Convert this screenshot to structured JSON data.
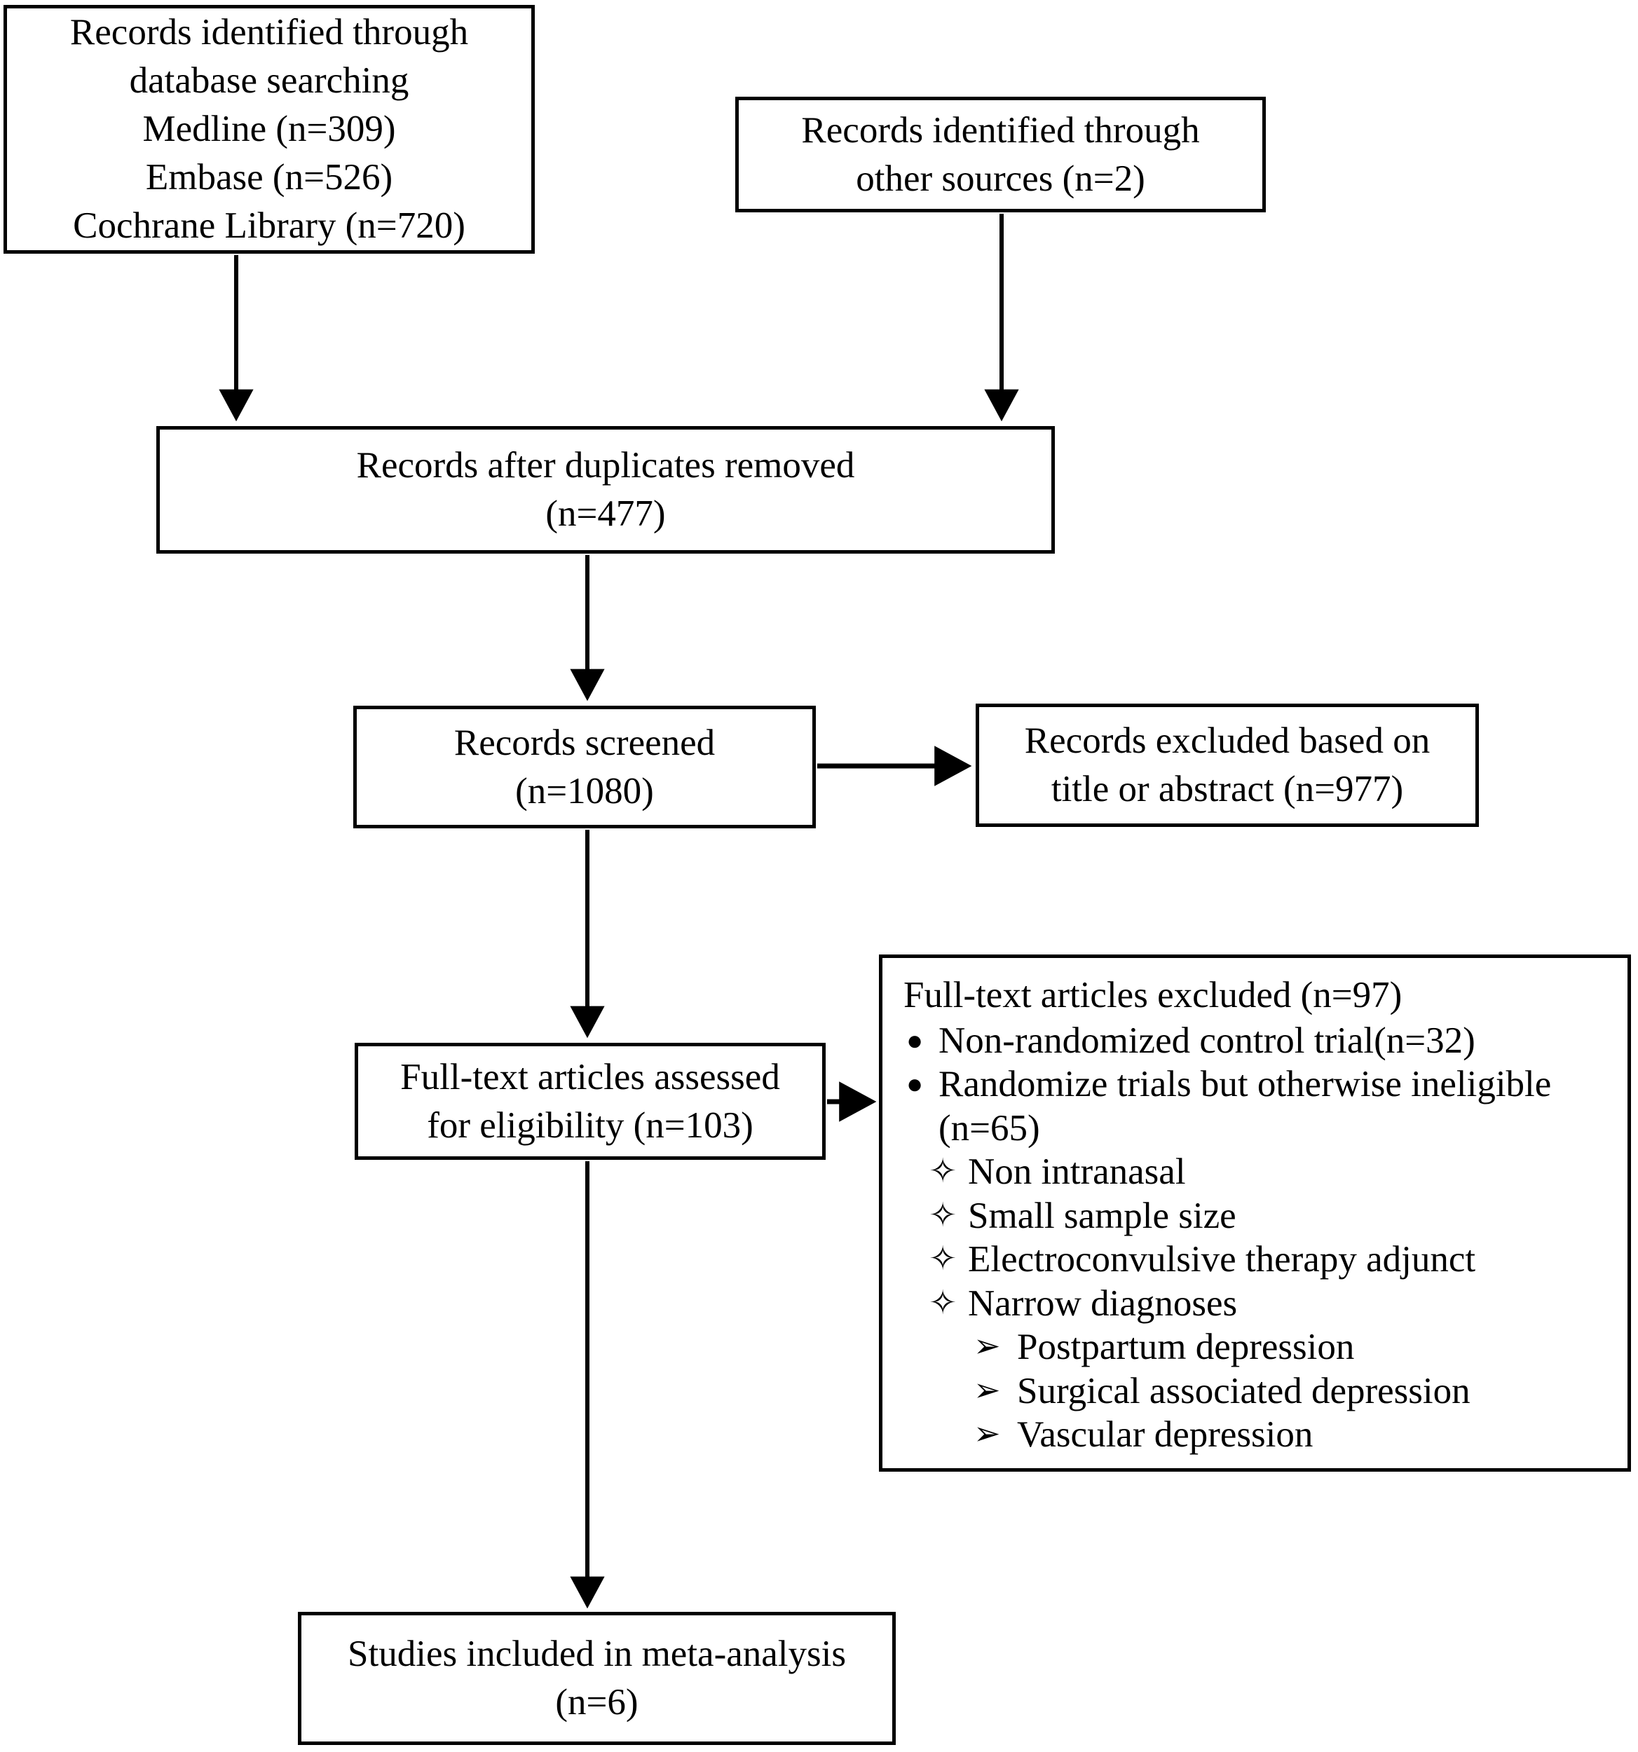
{
  "diagram": {
    "type": "prisma-flow-diagram",
    "background": "#ffffff",
    "line_color": "#000000"
  },
  "boxes": {
    "db_search": {
      "name": "records-identified-database-searching",
      "lines": [
        "Records identified through",
        "database searching",
        "Medline (n=309)",
        "Embase (n=526)",
        "Cochrane Library (n=720)"
      ]
    },
    "other_sources": {
      "name": "records-identified-other-sources",
      "lines": [
        "Records identified through",
        "other sources (n=2)"
      ]
    },
    "dedup": {
      "name": "records-after-duplicates-removed",
      "lines": [
        "Records after duplicates removed",
        "(n=477)"
      ]
    },
    "screened": {
      "name": "records-screened",
      "lines": [
        "Records screened",
        "(n=1080)"
      ]
    },
    "excluded_title_abstract": {
      "name": "records-excluded-title-abstract",
      "lines": [
        "Records excluded based on",
        "title or abstract (n=977)"
      ]
    },
    "assessed": {
      "name": "full-text-articles-assessed",
      "lines": [
        "Full-text articles assessed",
        "for eligibility (n=103)"
      ]
    },
    "included": {
      "name": "studies-included-meta-analysis",
      "lines": [
        "Studies included in meta-analysis",
        "(n=6)"
      ]
    }
  },
  "full_text_excluded": {
    "heading": "Full-text articles excluded (n=97)",
    "bullet_disc_glyph": "●",
    "bullet_diamond_glyph": "✧",
    "bullet_arrow_glyph": "➢",
    "level1": [
      {
        "text": "Non-randomized control trial(n=32)",
        "text2": ""
      },
      {
        "text": "Randomize trials but otherwise ineligible",
        "text2": "(n=65)"
      }
    ],
    "level2": [
      {
        "text": "Non intranasal"
      },
      {
        "text": "Small sample size"
      },
      {
        "text": "Electroconvulsive therapy adjunct"
      },
      {
        "text": "Narrow diagnoses"
      }
    ],
    "level3": [
      {
        "text": "Postpartum depression"
      },
      {
        "text": "Surgical associated depression"
      },
      {
        "text": "Vascular depression"
      }
    ]
  },
  "connectors": [
    {
      "name": "arrow-db-search-to-dedup",
      "from": "db_search",
      "to": "dedup",
      "style": "vertical-arrow"
    },
    {
      "name": "arrow-other-sources-to-dedup",
      "from": "other_sources",
      "to": "dedup",
      "style": "vertical-arrow"
    },
    {
      "name": "arrow-dedup-to-screened",
      "from": "dedup",
      "to": "screened",
      "style": "vertical-arrow"
    },
    {
      "name": "arrow-screened-to-excluded",
      "from": "screened",
      "to": "excluded_title_abstract",
      "style": "horizontal-arrow"
    },
    {
      "name": "arrow-screened-to-assessed",
      "from": "screened",
      "to": "assessed",
      "style": "vertical-arrow"
    },
    {
      "name": "arrow-assessed-to-full-text-excluded",
      "from": "assessed",
      "to": "full_text_excluded",
      "style": "horizontal-arrow"
    },
    {
      "name": "arrow-assessed-to-included",
      "from": "assessed",
      "to": "included",
      "style": "vertical-arrow"
    }
  ]
}
